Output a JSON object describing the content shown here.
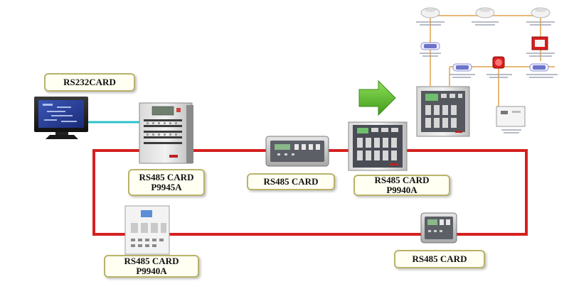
{
  "labels": {
    "rs232": "RS232CARD",
    "panel_main_line1": "RS485 CARD",
    "panel_main_line2": "P9945A",
    "repeater_center": "RS485 CARD",
    "panel_p9940_line1": "RS485 CARD",
    "panel_p9940_line2": "P9940A",
    "panel_bottom_line1": "RS485 CARD",
    "panel_bottom_line2": "P9940A",
    "repeater_right": "RS485 CARD"
  },
  "colors": {
    "loop": "#d62020",
    "serial_link": "#2fc0c8",
    "field_wiring": "#e8b978",
    "arrow": "#5cbf2a",
    "label_border": "#b9b36a",
    "label_bg": "#fffff2"
  },
  "icons": [
    "computer-monitor-icon",
    "fire-panel-icon",
    "repeater-panel-icon",
    "smoke-detector-icon",
    "manual-call-point-icon",
    "sounder-beacon-icon",
    "module-icon",
    "power-supply-icon",
    "arrow-right-icon"
  ]
}
